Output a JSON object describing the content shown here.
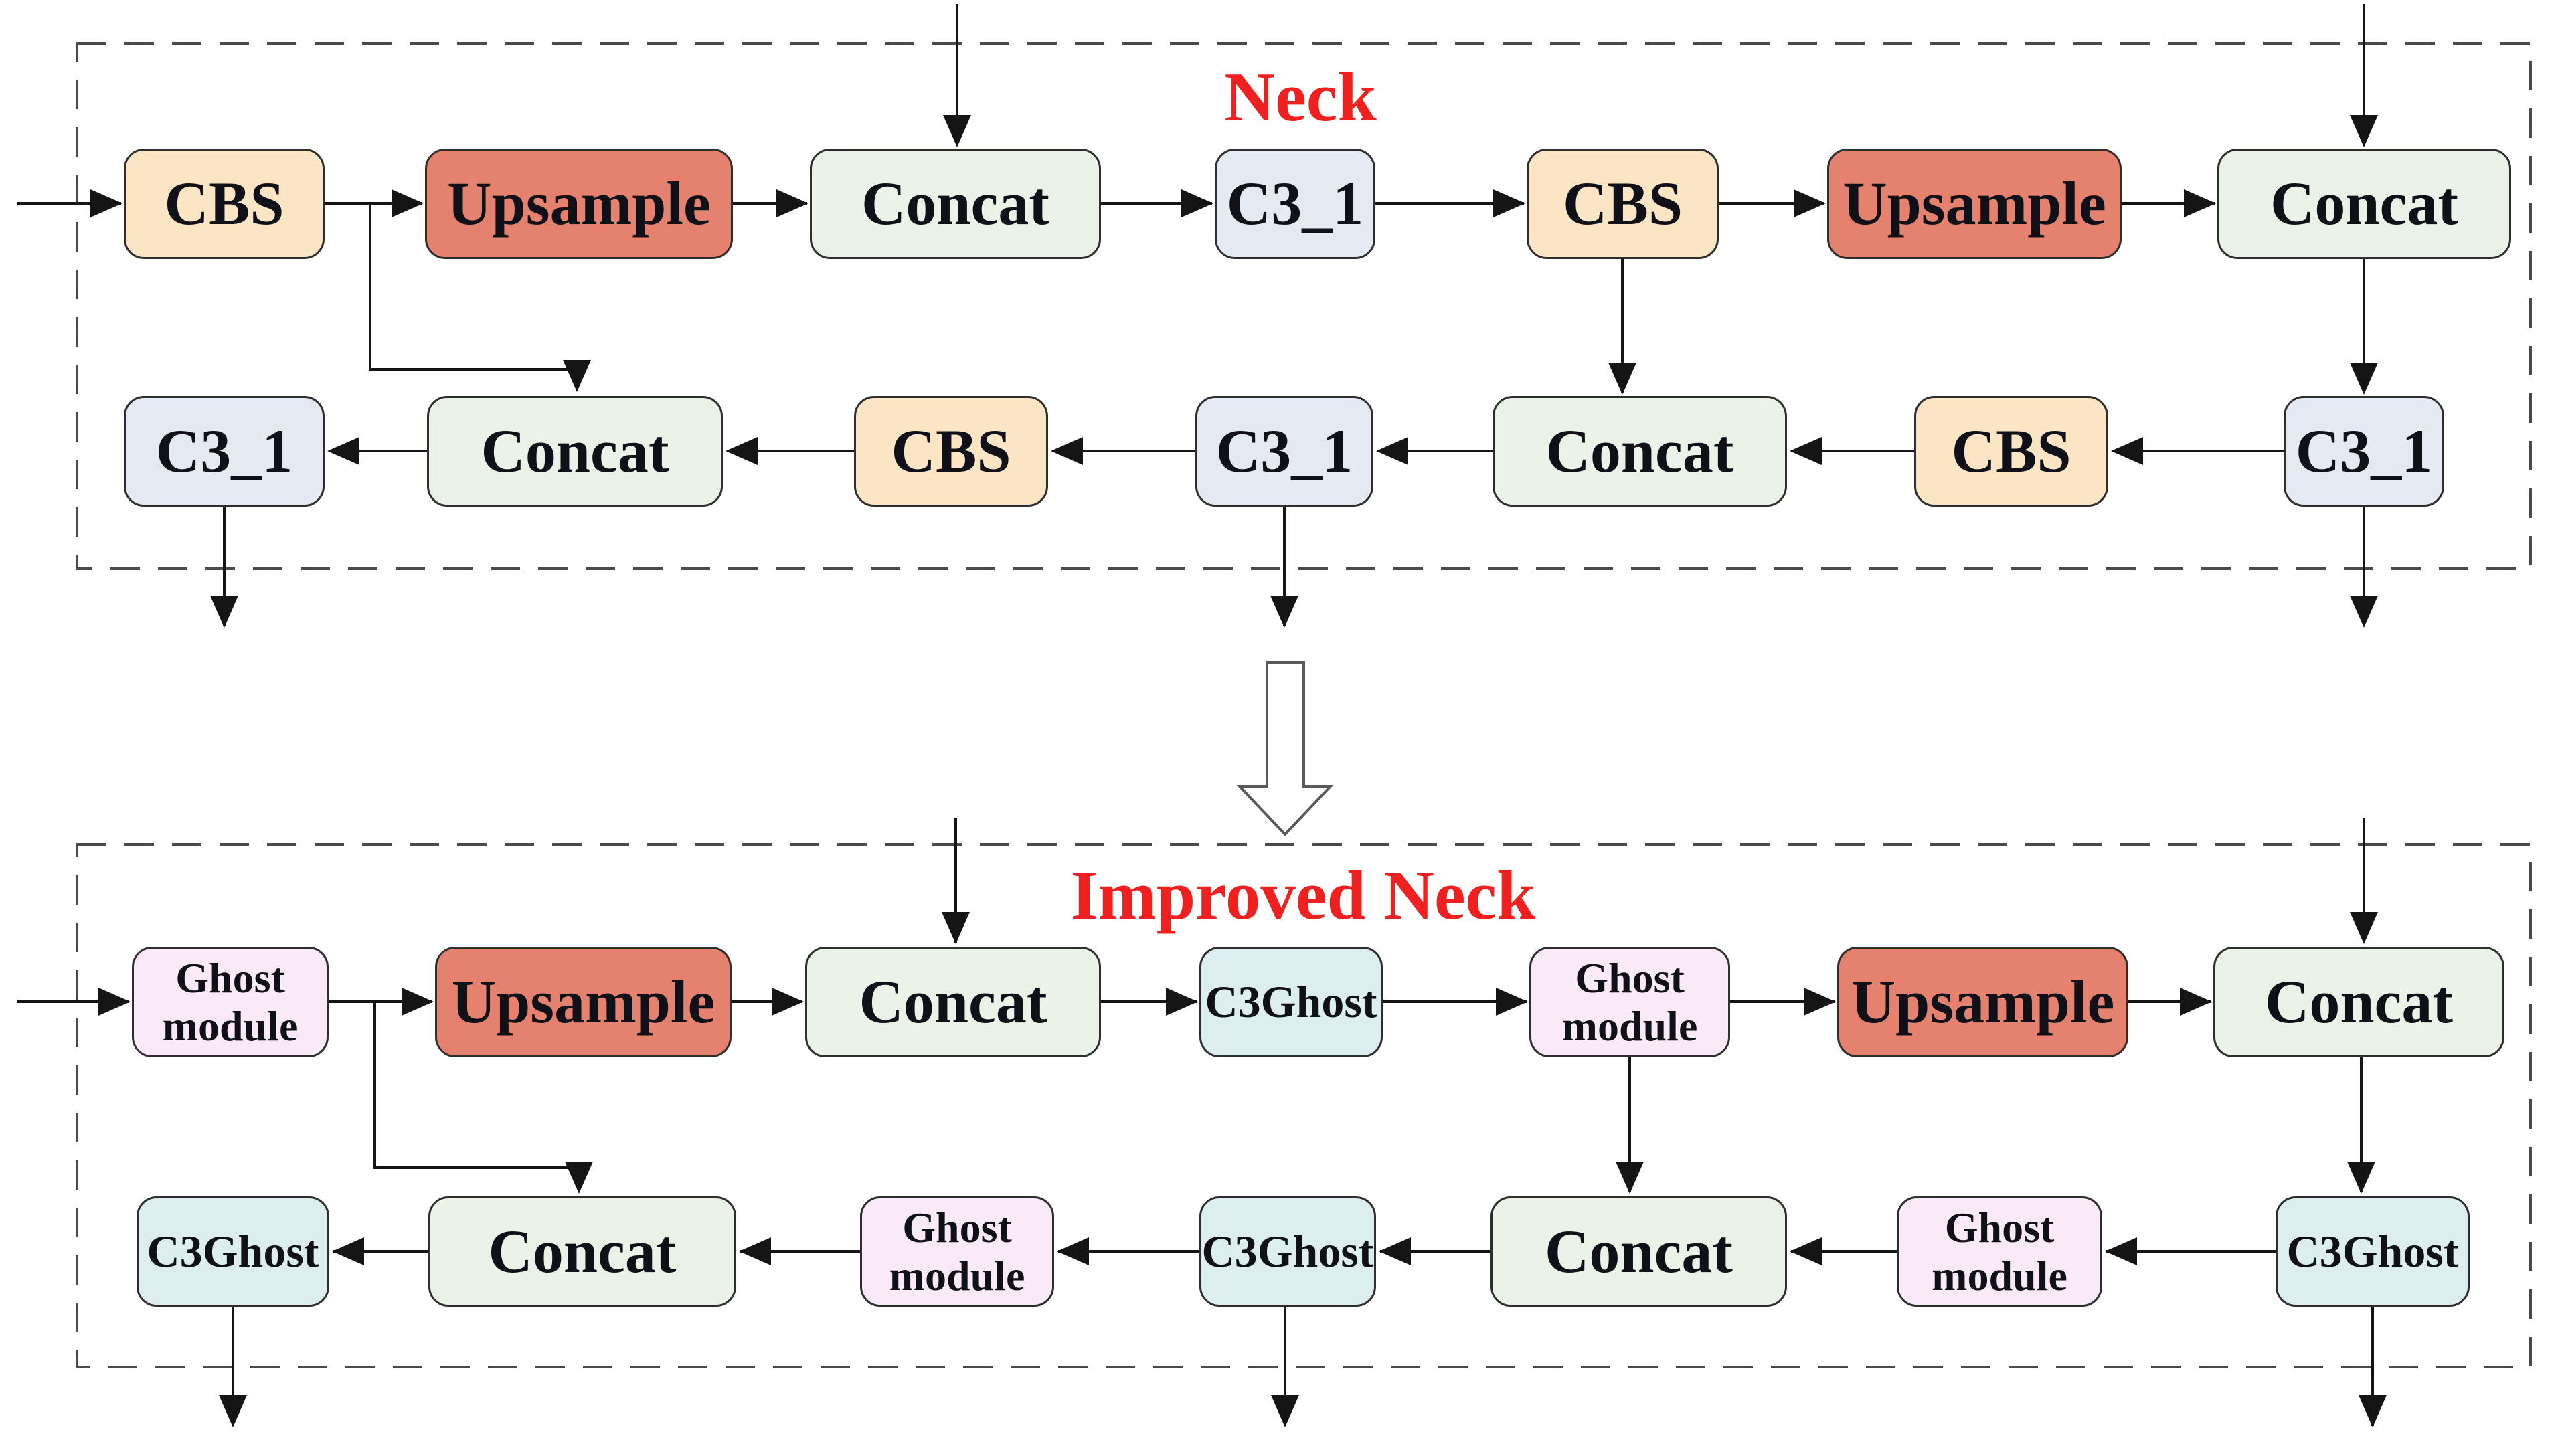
{
  "figure": {
    "top_panel": {
      "title": "Neck",
      "row1": [
        "CBS",
        "Upsample",
        "Concat",
        "C3_1",
        "CBS",
        "Upsample",
        "Concat"
      ],
      "row2": [
        "C3_1",
        "Concat",
        "CBS",
        "C3_1",
        "Concat",
        "CBS",
        "C3_1"
      ]
    },
    "bottom_panel": {
      "title": "Improved Neck",
      "row1": [
        "Ghost module",
        "Upsample",
        "Concat",
        "C3Ghost",
        "Ghost module",
        "Upsample",
        "Concat"
      ],
      "row2": [
        "C3Ghost",
        "Concat",
        "Ghost module",
        "C3Ghost",
        "Concat",
        "Ghost module",
        "C3Ghost"
      ]
    }
  },
  "colors": {
    "cbs_fill": "#FBE5C4",
    "upsample_fill": "#E5826F",
    "concat_fill": "#EBF3E8",
    "c3_1_fill": "#E4E9F4",
    "ghost_module_fill": "#F9E9F9",
    "c3ghost_fill": "#DCEEF0",
    "title_color": "#EE2020",
    "box_border": "#2e2e2e",
    "arrow_color": "#151515",
    "dashed_border": "#4a4a4a"
  }
}
